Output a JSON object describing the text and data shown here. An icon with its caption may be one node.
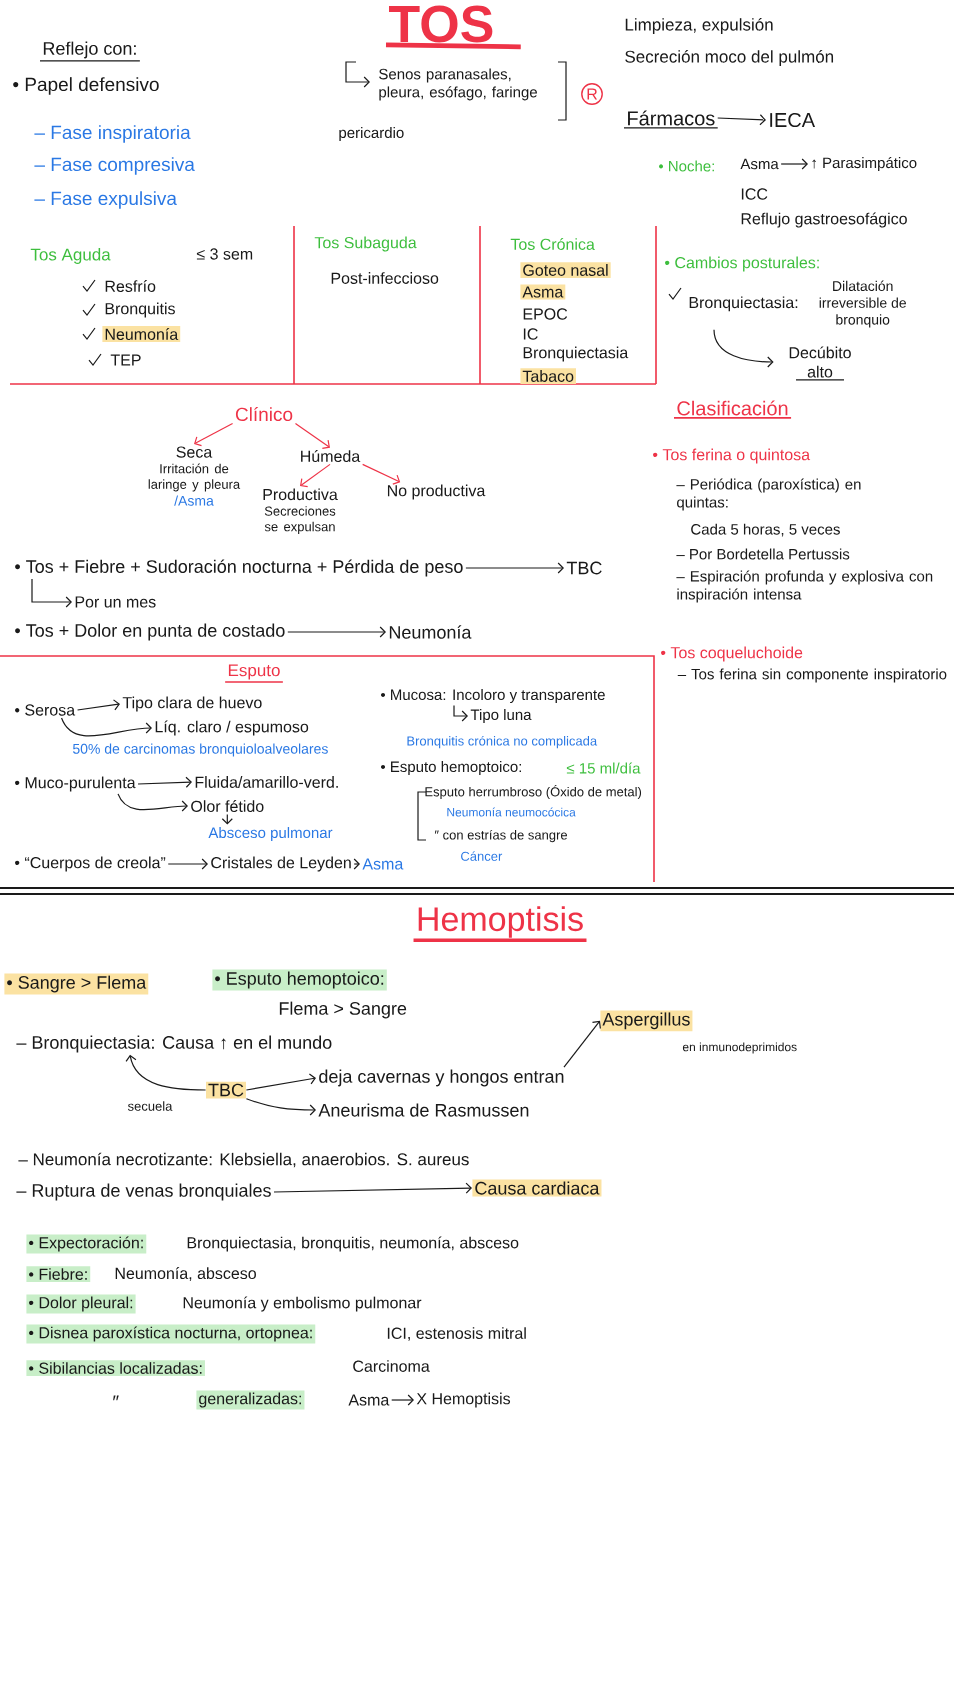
{
  "diagram": {
    "title": "TOS",
    "nodes": [
      {
        "text": [
          "R"
        ]
      },
      {
        "text": [
          "Fármacos"
        ]
      },
      {
        "text": [
          "IECA"
        ]
      },
      {
        "text": [
          "Asma"
        ]
      },
      {
        "text": [
          "↑ Parasimpático"
        ]
      },
      {
        "text": [
          "Bronquiectasia:",
          "Dilatación irreversible de bronquio"
        ]
      },
      {
        "text": [
          "Decúbito alto"
        ]
      },
      {
        "text": [
          "Clínico"
        ]
      },
      {
        "text": [
          "Seca",
          "Irritación de laringe y pleura",
          "/Asma"
        ]
      },
      {
        "text": [
          "Húmeda"
        ]
      },
      {
        "text": [
          "Productiva",
          "Secreciones se expulsan"
        ]
      },
      {
        "text": [
          "No productiva"
        ]
      },
      {
        "text": [
          "• Tos + Fiebre + Sudoración nocturna + Pérdida de peso"
        ]
      },
      {
        "text": [
          "TBC"
        ]
      },
      {
        "text": [
          "Por un mes"
        ]
      },
      {
        "text": [
          "• Tos + Dolor en punta de costado"
        ]
      },
      {
        "text": [
          "Neumonía"
        ]
      },
      {
        "text": [
          "Esputo"
        ]
      },
      {
        "text": [
          "• Serosa"
        ],
        "in": 17
      },
      {
        "text": [
          "Tipo clara de huevo"
        ],
        "in": 17
      },
      {
        "text": [
          "Líq. claro / espumoso"
        ],
        "in": 17
      },
      {
        "text": [
          "• Muco-purulenta"
        ],
        "in": 17
      },
      {
        "text": [
          "Fluida/amarillo-verd."
        ],
        "in": 17
      },
      {
        "text": [
          "Olor fétido"
        ],
        "in": 17
      },
      {
        "text": [
          "Absceso pulmonar"
        ],
        "in": 17
      },
      {
        "text": [
          "• “Cuerpos de creola”"
        ],
        "in": 17
      },
      {
        "text": [
          "Cristales de Leyden"
        ],
        "in": 17
      },
      {
        "text": [
          "Asma"
        ],
        "in": 17
      },
      {
        "text": [
          "• Mucosa: Incoloro y transparente"
        ],
        "in": 17
      },
      {
        "text": [
          "Tipo luna"
        ],
        "in": 17
      },
      {
        "text": [
          "– Bronquiectasia: Causa ↑ en el mundo"
        ]
      },
      {
        "text": [
          "TBC"
        ]
      },
      {
        "text": [
          "deja cavernas y hongos entran"
        ]
      },
      {
        "text": [
          "Aneurisma de Rasmussen"
        ]
      },
      {
        "text": [
          "Aspergillus"
        ],
        "beside": [
          "en inmunodeprimidos"
        ]
      },
      {
        "text": [
          "– Ruptura de venas bronquiales"
        ]
      },
      {
        "text": [
          "Causa cardiaca"
        ]
      },
      {
        "text": [
          "Asma"
        ]
      },
      {
        "text": [
          "X Hemoptisis"
        ]
      }
    ],
    "edges": [
      {
        "from": 1,
        "to": 2,
        "arrow": "to"
      },
      {
        "from": 3,
        "to": 4,
        "arrow": "to"
      },
      {
        "from": 5,
        "to": 6,
        "arrow": "to"
      },
      {
        "from": 7,
        "to": 8,
        "arrow": "to",
        "color": "#ee3347"
      },
      {
        "from": 7,
        "to": 9,
        "arrow": "to",
        "color": "#ee3347"
      },
      {
        "from": 9,
        "to": 10,
        "arrow": "to",
        "color": "#ee3347"
      },
      {
        "from": 9,
        "to": 11,
        "arrow": "to",
        "color": "#ee3347"
      },
      {
        "from": 12,
        "to": 13,
        "arrow": "to"
      },
      {
        "from": 12,
        "to": 14,
        "arrow": "to"
      },
      {
        "from": 15,
        "to": 16,
        "arrow": "to"
      },
      {
        "from": 18,
        "to": 19,
        "arrow": "to"
      },
      {
        "from": 18,
        "to": 20,
        "arrow": "to"
      },
      {
        "from": 21,
        "to": 22,
        "arrow": "to"
      },
      {
        "from": 21,
        "to": 23,
        "arrow": "to"
      },
      {
        "from": 23,
        "to": 24,
        "arrow": "to"
      },
      {
        "from": 25,
        "to": 26,
        "arrow": "to"
      },
      {
        "from": 26,
        "to": 27,
        "arrow": "to"
      },
      {
        "from": 28,
        "to": 29,
        "arrow": "to"
      },
      {
        "from": 31,
        "to": 30,
        "arrow": "to",
        "label": "secuela"
      },
      {
        "from": 31,
        "to": 32,
        "arrow": "to"
      },
      {
        "from": 31,
        "to": 33,
        "arrow": "to"
      },
      {
        "from": 32,
        "to": 34,
        "arrow": "to"
      },
      {
        "from": 35,
        "to": 36,
        "arrow": "to"
      },
      {
        "from": 37,
        "to": 38,
        "arrow": "to"
      }
    ],
    "labels": [
      "Reflejo con:",
      "• Papel defensivo",
      "– Fase inspiratoria",
      "– Fase compresiva",
      "– Fase expulsiva",
      "Senos paranasales, pleura, esófago, faringe",
      "pericardio",
      "Limpieza, expulsión",
      "Secreción moco del pulmón",
      "• Noche:",
      "ICC",
      "Reflujo gastroesofágico",
      "Tos Aguda",
      "≤ 3 sem",
      "Tos Subaguda",
      "Tos Crónica",
      "Resfrío",
      "Post-infeccioso",
      "Goteo nasal",
      "Bronquitis",
      "Asma",
      "Neumonía",
      "EPOC",
      "TEP",
      "IC",
      "Bronquiectasia",
      "Tabaco",
      "• Cambios posturales:",
      "Clasificación",
      "• Tos ferina o quintosa",
      "– Periódica (paroxística) en quintas:",
      "Cada 5 horas, 5 veces",
      "– Por Bordetella Pertussis",
      "– Espiración profunda y explosiva con inspiración intensa",
      "• Tos coqueluchoide",
      "– Tos ferina sin componente inspiratorio",
      "50% de carcinomas bronquioloalveolares",
      "Bronquitis crónica no complicada",
      "• Esputo hemoptoico:",
      "≤ 15 ml/día",
      "Esputo herrumbroso (Óxido de metal)",
      "Neumonía neumocócica",
      "″ con estrías de sangre",
      "Cáncer",
      "Hemoptisis",
      "• Sangre > Flema",
      "• Esputo hemoptoico:",
      "Flema > Sangre",
      "– Neumonía necrotizante: Klebsiella, anaerobios. S. aureus",
      "• Expectoración:",
      "Bronquiectasia, bronquitis, neumonía, absceso",
      "• Fiebre:",
      "Neumonía, absceso",
      "• Dolor pleural:",
      "Neumonía y embolismo pulmonar",
      "• Disnea paroxística nocturna, ortopnea:",
      "ICI, estenosis mitral",
      "• Sibilancias localizadas:",
      "Carcinoma",
      "″",
      "generalizadas:"
    ]
  }
}
